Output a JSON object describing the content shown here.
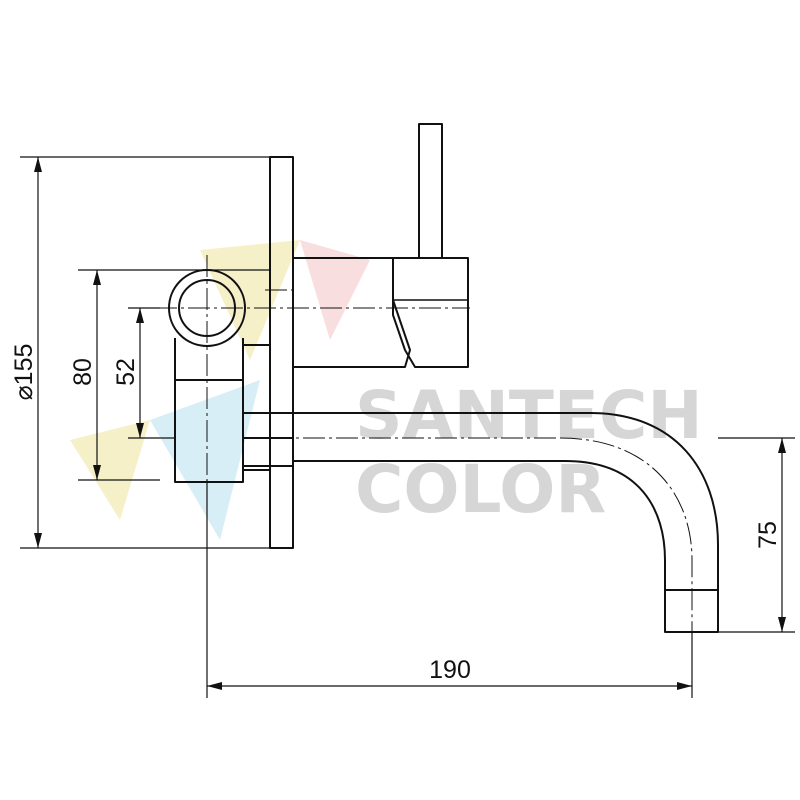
{
  "dimensions": {
    "plate_diameter": "⌀155",
    "inlet_spacing_outer": "80",
    "inlet_spacing_inner": "52",
    "spout_height": "75",
    "spout_reach": "190"
  },
  "watermark": {
    "line1": "SANTECH",
    "line2": "COLOR"
  },
  "colors": {
    "line": "#111111",
    "watermark_text": "#d6d6d6",
    "watermark_triangle_1": "#f6f0c8",
    "watermark_triangle_2": "#f8dede",
    "watermark_triangle_3": "#d8eef6"
  }
}
